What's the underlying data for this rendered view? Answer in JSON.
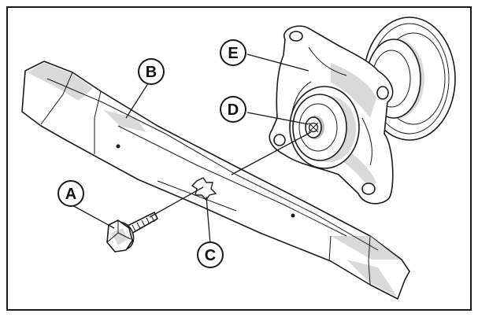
{
  "diagram": {
    "border_color": "#1a1a1a",
    "callouts": [
      {
        "id": "A",
        "label": "A",
        "part": "blade-bolt"
      },
      {
        "id": "B",
        "label": "B",
        "part": "mower-blade"
      },
      {
        "id": "C",
        "label": "C",
        "part": "blade-center-hole"
      },
      {
        "id": "D",
        "label": "D",
        "part": "spindle-shaft"
      },
      {
        "id": "E",
        "label": "E",
        "part": "spindle-housing"
      }
    ]
  }
}
